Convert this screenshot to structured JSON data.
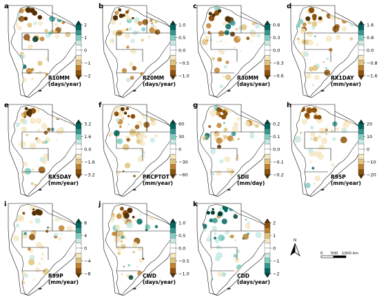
{
  "colors": {
    "scale_positive": [
      "#c7eae5",
      "#80cdc1",
      "#35978f",
      "#01665e",
      "#003c30"
    ],
    "scale_negative": [
      "#f6e8c3",
      "#dfc27d",
      "#bf812d",
      "#8c510a",
      "#543005"
    ],
    "outline": "#222222",
    "region_border": "#111111"
  },
  "panels": [
    {
      "letter": "a",
      "label_lines": [
        "R10MM",
        "(days/year)"
      ],
      "ticks": [
        "2",
        "1",
        "0",
        "−1",
        "−2"
      ],
      "reversed": false
    },
    {
      "letter": "b",
      "label_lines": [
        "R20MM",
        "(days/year)"
      ],
      "ticks": [
        "1.0",
        "0.5",
        "0.0",
        "−0.5",
        "−1.0"
      ],
      "reversed": false
    },
    {
      "letter": "c",
      "label_lines": [
        "R30MM",
        "(days/year)"
      ],
      "ticks": [
        "0.6",
        "0.3",
        "0.0",
        "−0.3",
        "−0.6"
      ],
      "reversed": false
    },
    {
      "letter": "d",
      "label_lines": [
        "RX1DAY",
        "(mm/year)"
      ],
      "ticks": [
        "1.6",
        "0.8",
        "0.0",
        "−0.8",
        "−1.6"
      ],
      "reversed": false
    },
    {
      "letter": "e",
      "label_lines": [
        "RX5DAY",
        "(mm/year)"
      ],
      "ticks": [
        "3.2",
        "1.6",
        "0.0",
        "−1.6",
        "−3.2"
      ],
      "reversed": false
    },
    {
      "letter": "f",
      "label_lines": [
        "PRCPTOT",
        "(mm/year)"
      ],
      "ticks": [
        "60",
        "30",
        "0",
        "−30",
        "−60"
      ],
      "reversed": false
    },
    {
      "letter": "g",
      "label_lines": [
        "SDII",
        "(mm/day)"
      ],
      "ticks": [
        "0.2",
        "0.1",
        "0.0",
        "−0.1",
        "−0.2"
      ],
      "reversed": false
    },
    {
      "letter": "h",
      "label_lines": [
        "R95P",
        "(mm/year)"
      ],
      "ticks": [
        "20",
        "10",
        "0",
        "−10",
        "−20"
      ],
      "reversed": false
    },
    {
      "letter": "i",
      "label_lines": [
        "R99P",
        "(mm/year)"
      ],
      "ticks": [
        "8",
        "4",
        "0",
        "−4",
        "−8"
      ],
      "reversed": false
    },
    {
      "letter": "j",
      "label_lines": [
        "CWD",
        "(days/year)"
      ],
      "ticks": [
        "1.0",
        "0.5",
        "0.0",
        "−0.5",
        "−1.0"
      ],
      "reversed": false
    },
    {
      "letter": "k",
      "label_lines": [
        "CDD",
        "(days/year)"
      ],
      "ticks": [
        "2",
        "1",
        "0",
        "−1",
        "−2"
      ],
      "reversed": true
    }
  ],
  "north_arrow": {
    "label": "N"
  },
  "scale_bar": {
    "labels": [
      "0",
      "500",
      "1000 km"
    ]
  }
}
